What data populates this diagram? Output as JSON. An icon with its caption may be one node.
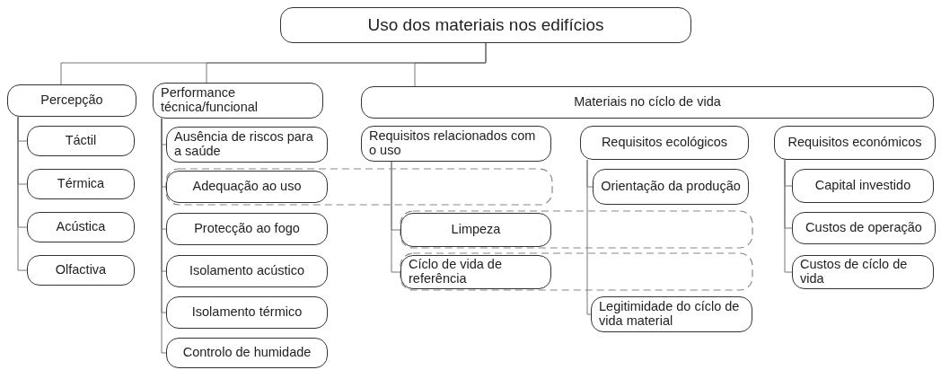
{
  "diagram": {
    "nodes": [
      {
        "text": [
          "Uso dos materiais nos edifícios"
        ]
      },
      {
        "text": [
          "Percepção"
        ]
      },
      {
        "text": [
          "Performance técnica/funcional"
        ]
      },
      {
        "text": [
          "Materiais no cíclo de vida"
        ]
      },
      {
        "text": [
          "Táctil"
        ]
      },
      {
        "text": [
          "Térmica"
        ]
      },
      {
        "text": [
          "Acústica"
        ]
      },
      {
        "text": [
          "Olfactiva"
        ]
      },
      {
        "text": [
          "Ausência de riscos para a saúde"
        ]
      },
      {
        "text": [
          "Adequação ao uso"
        ]
      },
      {
        "text": [
          "Protecção ao fogo"
        ]
      },
      {
        "text": [
          "Isolamento acústico"
        ]
      },
      {
        "text": [
          "Isolamento térmico"
        ]
      },
      {
        "text": [
          "Controlo de humidade"
        ]
      },
      {
        "text": [
          "Requisitos relacionados com o uso"
        ]
      },
      {
        "text": [
          "Requisitos ecológicos"
        ]
      },
      {
        "text": [
          "Requisitos económicos"
        ]
      },
      {
        "text": [
          "Limpeza"
        ]
      },
      {
        "text": [
          "Cíclo de vida de referência"
        ]
      },
      {
        "text": [
          "Orientação da produção"
        ]
      },
      {
        "text": [
          "Legitimidade do cíclo de vida material"
        ]
      },
      {
        "text": [
          "Capital investido"
        ]
      },
      {
        "text": [
          "Custos de operação"
        ]
      },
      {
        "text": [
          "Custos de cíclo de vida"
        ]
      }
    ],
    "edges": [
      {
        "from": 0,
        "to": 1,
        "arrow": "none"
      },
      {
        "from": 0,
        "to": 2,
        "arrow": "none"
      },
      {
        "from": 0,
        "to": 3,
        "arrow": "none"
      },
      {
        "from": 1,
        "to": 4,
        "arrow": "none"
      },
      {
        "from": 1,
        "to": 5,
        "arrow": "none"
      },
      {
        "from": 1,
        "to": 6,
        "arrow": "none"
      },
      {
        "from": 1,
        "to": 7,
        "arrow": "none"
      },
      {
        "from": 2,
        "to": 8,
        "arrow": "none"
      },
      {
        "from": 2,
        "to": 9,
        "arrow": "none"
      },
      {
        "from": 2,
        "to": 10,
        "arrow": "none"
      },
      {
        "from": 2,
        "to": 11,
        "arrow": "none"
      },
      {
        "from": 2,
        "to": 12,
        "arrow": "none"
      },
      {
        "from": 2,
        "to": 13,
        "arrow": "none"
      },
      {
        "from": 14,
        "to": 17,
        "arrow": "none"
      },
      {
        "from": 14,
        "to": 18,
        "arrow": "none"
      },
      {
        "from": 15,
        "to": 19,
        "arrow": "none"
      },
      {
        "from": 15,
        "to": 20,
        "arrow": "none"
      },
      {
        "from": 16,
        "to": 21,
        "arrow": "none"
      },
      {
        "from": 16,
        "to": 22,
        "arrow": "none"
      },
      {
        "from": 16,
        "to": 23,
        "arrow": "none"
      }
    ]
  }
}
